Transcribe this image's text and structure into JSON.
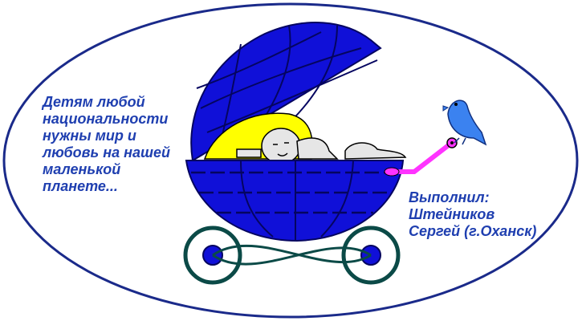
{
  "left_caption": {
    "lines": [
      "Детям любой",
      "национальности",
      "нужны мир и",
      "любовь на нашей",
      "маленькой",
      "планете..."
    ]
  },
  "right_caption": {
    "lines": [
      "Выполнил:",
      "Штейников",
      "Сергей (г.Оханск)"
    ]
  },
  "colors": {
    "frame": "#1a2a8a",
    "text": "#1f3fb0",
    "carriage": "#1010d8",
    "carriage_lines": "#050560",
    "wheels": "#0b4a47",
    "hair": "#ffff00",
    "handle": "#ff33ff",
    "bird": "#3b82f0"
  },
  "icons": [
    "baby-carriage-icon",
    "baby-icon",
    "bird-icon",
    "wheel-icon"
  ]
}
